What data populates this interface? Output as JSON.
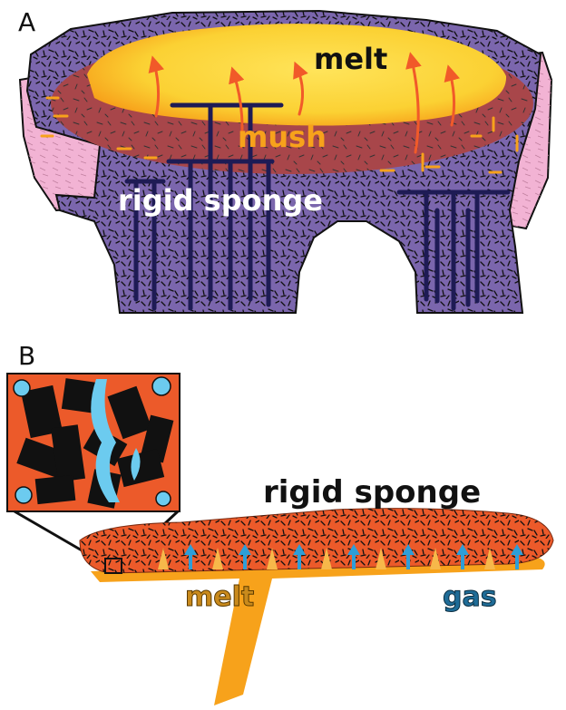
{
  "panel_a": {
    "letter": "A",
    "labels": {
      "melt": "melt",
      "mush": "mush",
      "rigid_sponge": "rigid sponge"
    }
  },
  "panel_b": {
    "letter": "B",
    "labels": {
      "rigid_sponge": "rigid sponge",
      "melt": "melt",
      "gas": "gas"
    }
  },
  "colors": {
    "melt_yellow": "#fbd133",
    "melt_orange": "#f7a21b",
    "mush": "#a8464a",
    "rigid_sponge_purple": "#7b66ad",
    "wall_pink": "#f2b3d4",
    "conduit_navy": "#1e1b55",
    "arrow_orange": "#f15a29",
    "sponge_orange": "#ec5a2a",
    "gas_blue": "#2e9ed8",
    "melt_text": "#c98a1c",
    "gas_text": "#1f6c97",
    "inset_blue": "#6ccbef"
  }
}
